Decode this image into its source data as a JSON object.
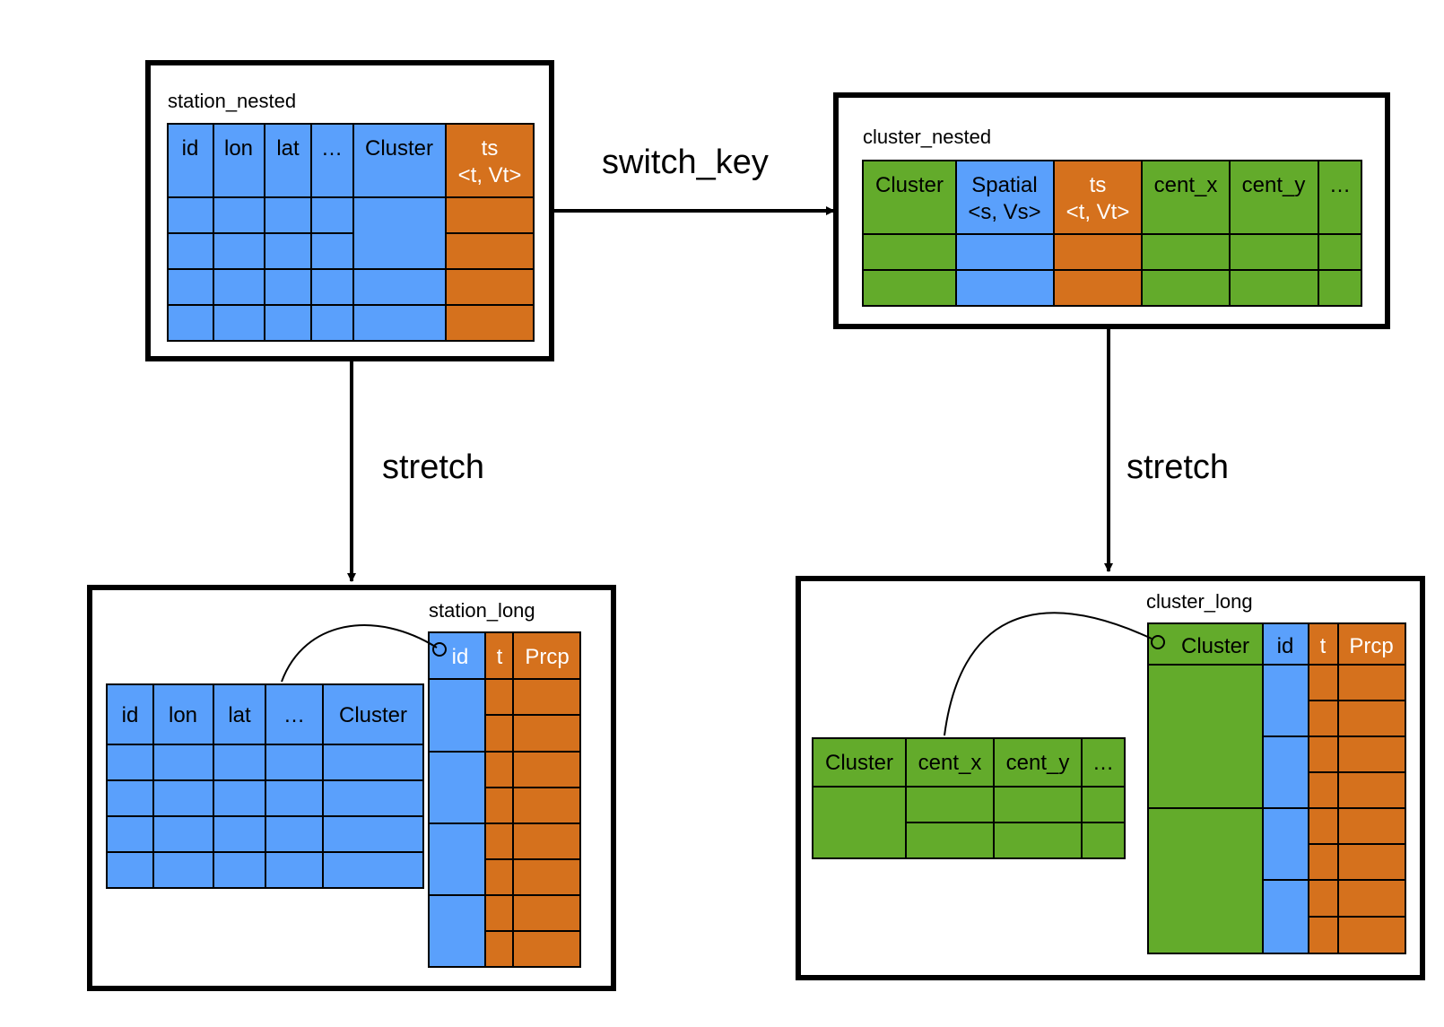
{
  "colors": {
    "blue": "#5aa0fc",
    "orange": "#d5711d",
    "green": "#63ab2b",
    "line": "#000000",
    "header_text_on_orange": "#ffffff"
  },
  "edges": {
    "switch_key": "switch_key",
    "stretch_left": "stretch",
    "stretch_right": "stretch"
  },
  "station_nested": {
    "title": "station_nested",
    "headers": [
      "id",
      "lon",
      "lat",
      "…",
      "Cluster",
      "ts",
      "<t, Vt>"
    ]
  },
  "cluster_nested": {
    "title": "cluster_nested",
    "headers": [
      "Cluster",
      "Spatial",
      "<s, Vs>",
      "ts",
      "<t, Vt>",
      "cent_x",
      "cent_y",
      "…"
    ]
  },
  "station_long": {
    "title": "station_long",
    "attr_headers": [
      "id",
      "lon",
      "lat",
      "…",
      "Cluster"
    ],
    "long_headers": [
      "id",
      "t",
      "Prcp"
    ]
  },
  "cluster_long": {
    "title": "cluster_long",
    "attr_headers": [
      "Cluster",
      "cent_x",
      "cent_y",
      "…"
    ],
    "long_headers": [
      "Cluster",
      "id",
      "t",
      "Prcp"
    ]
  }
}
